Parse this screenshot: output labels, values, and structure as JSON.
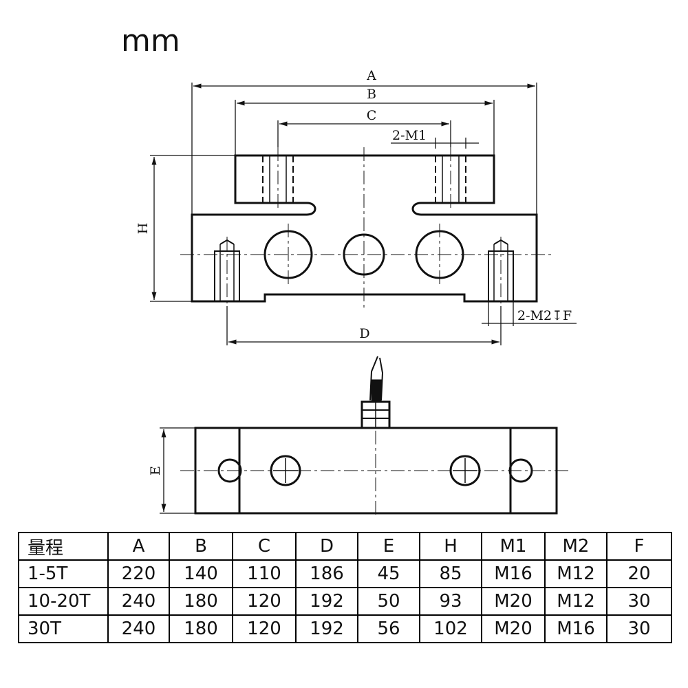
{
  "unit_label": "mm",
  "dimension_labels": {
    "A": "A",
    "B": "B",
    "C": "C",
    "D": "D",
    "E": "E",
    "H": "H",
    "m1_callout": "2-M1",
    "m2_callout": "2-M2↧F"
  },
  "table": {
    "headers": [
      "量程",
      "A",
      "B",
      "C",
      "D",
      "E",
      "H",
      "M1",
      "M2",
      "F"
    ],
    "rows": [
      [
        "1-5T",
        "220",
        "140",
        "110",
        "186",
        "45",
        "85",
        "M16",
        "M12",
        "20"
      ],
      [
        "10-20T",
        "240",
        "180",
        "120",
        "192",
        "50",
        "93",
        "M20",
        "M12",
        "30"
      ],
      [
        "30T",
        "240",
        "180",
        "120",
        "192",
        "56",
        "102",
        "M20",
        "M16",
        "30"
      ]
    ]
  }
}
